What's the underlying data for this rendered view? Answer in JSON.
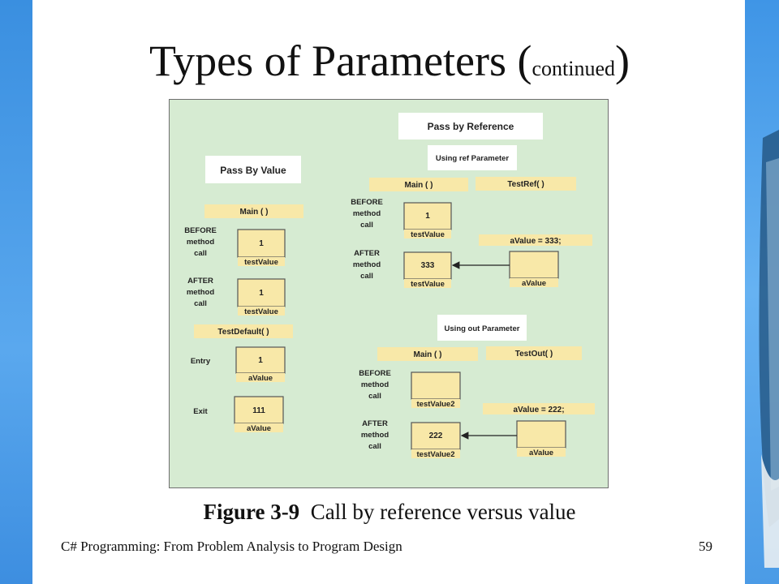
{
  "slide": {
    "title_main": "Types of Parameters (",
    "title_small": "continued",
    "title_close": ")",
    "caption_bold": "Figure 3-9",
    "caption_text": "  Call by reference versus value",
    "footer": "C# Programming: From Problem Analysis to Program Design",
    "page_number": "59"
  },
  "figure": {
    "pass_by_value": {
      "heading": "Pass By Value",
      "main_label": "Main ( )",
      "before_label": [
        "BEFORE",
        "method",
        "call"
      ],
      "before_value": "1",
      "before_var": "testValue",
      "after_label": [
        "AFTER",
        "method",
        "call"
      ],
      "after_value": "1",
      "after_var": "testValue",
      "method_label": "TestDefault( )",
      "entry_label": "Entry",
      "entry_value": "1",
      "entry_var": "aValue",
      "exit_label": "Exit",
      "exit_value": "111",
      "exit_var": "aValue"
    },
    "pass_by_reference": {
      "heading": "Pass by Reference",
      "ref": {
        "subheading": "Using ref Parameter",
        "main_label": "Main ( )",
        "method_label": "TestRef( )",
        "before_label": [
          "BEFORE",
          "method",
          "call"
        ],
        "before_value": "1",
        "before_var": "testValue",
        "assign_label": "aValue = 333;",
        "after_label": [
          "AFTER",
          "method",
          "call"
        ],
        "after_value": "333",
        "after_var": "testValue",
        "param_var": "aValue"
      },
      "out": {
        "subheading": "Using out Parameter",
        "main_label": "Main ( )",
        "method_label": "TestOut( )",
        "before_label": [
          "BEFORE",
          "method",
          "call"
        ],
        "before_var": "testValue2",
        "assign_label": "aValue = 222;",
        "after_label": [
          "AFTER",
          "method",
          "call"
        ],
        "after_value": "222",
        "after_var": "testValue2",
        "param_var": "aValue"
      }
    }
  }
}
